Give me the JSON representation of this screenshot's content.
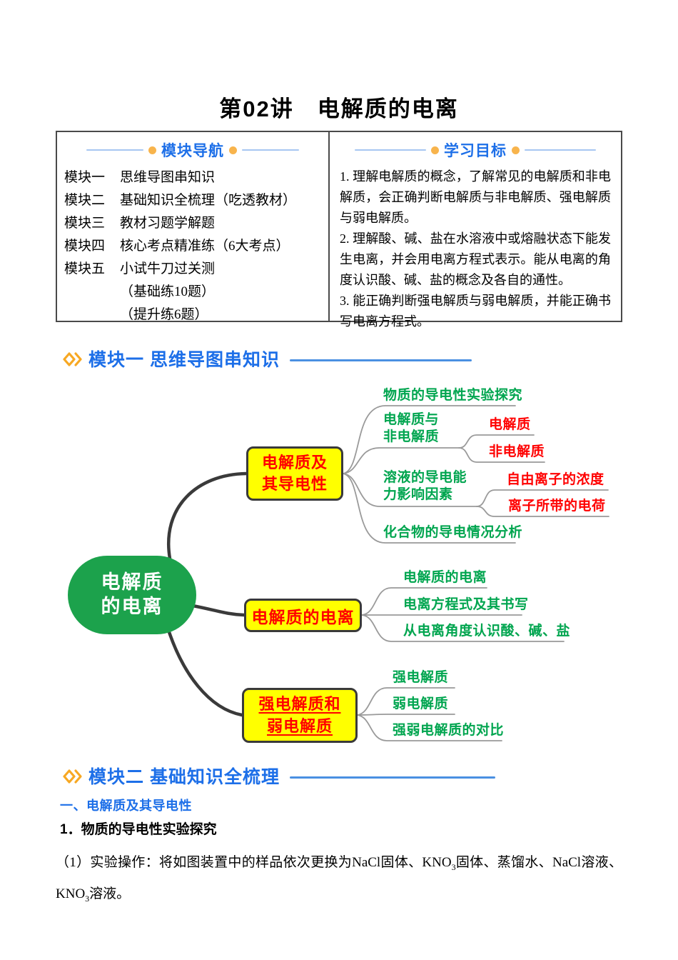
{
  "page_title": "第02讲　电解质的电离",
  "nav_box": {
    "header": "模块导航",
    "items": [
      {
        "label": "模块一",
        "text": "思维导图串知识"
      },
      {
        "label": "模块二",
        "text": "基础知识全梳理（吃透教材）"
      },
      {
        "label": "模块三",
        "text": "教材习题学解题"
      },
      {
        "label": "模块四",
        "text": "核心考点精准练（6大考点）"
      },
      {
        "label": "模块五",
        "text": "小试牛刀过关测"
      },
      {
        "label": "",
        "text": "（基础练10题）"
      },
      {
        "label": "",
        "text": "（提升练6题）"
      }
    ]
  },
  "objectives_box": {
    "header": "学习目标",
    "items": [
      "1. 理解电解质的概念，了解常见的电解质和非电解质，会正确判断电解质与非电解质、强电解质与弱电解质。",
      "2. 理解酸、碱、盐在水溶液中或熔融状态下能发生电离，并会用电离方程式表示。能从电离的角度认识酸、碱、盐的概念及各自的通性。",
      "3. 能正确判断强电解质与弱电解质，并能正确书写电离方程式。"
    ]
  },
  "sections": {
    "module1": "模块一 思维导图串知识",
    "module2": "模块二 基础知识全梳理"
  },
  "mindmap": {
    "root_line1": "电解质",
    "root_line2": "的电离",
    "box1_line1": "电解质及",
    "box1_line2": "其导电性",
    "box2": "电解质的电离",
    "box3_line1": "强电解质和",
    "box3_line2": "弱电解质",
    "b1_leaf1": "物质的导电性实验探究",
    "b1_leaf2_line1": "电解质与",
    "b1_leaf2_line2": "非电解质",
    "b1_leaf2_sub1": "电解质",
    "b1_leaf2_sub2": "非电解质",
    "b1_leaf3_line1": "溶液的导电能",
    "b1_leaf3_line2": "力影响因素",
    "b1_leaf3_sub1": "自由离子的浓度",
    "b1_leaf3_sub2": "离子所带的电荷",
    "b1_leaf4": "化合物的导电情况分析",
    "b2_leaf1": "电解质的电离",
    "b2_leaf2": "电离方程式及其书写",
    "b2_leaf3": "从电离角度认识酸、碱、盐",
    "b3_leaf1": "强电解质",
    "b3_leaf2": "弱电解质",
    "b3_leaf3": "强弱电解质的对比"
  },
  "content": {
    "subsection1": "一、电解质及其导电性",
    "point1": "1．物质的导电性实验探究",
    "p1_seg1": "（1）实验操作：将如图装置中的样品依次更换为NaCl固体、KNO",
    "p1_sub1": "3",
    "p1_seg2": "固体、蒸馏水、NaCl溶液、KNO",
    "p1_sub2": "3",
    "p1_seg3": "溶液。"
  },
  "colors": {
    "heading_blue": "#1d6fe8",
    "accent_orange": "#f8b44c",
    "node_green": "#1ca24c",
    "node_yellow": "#ffff00",
    "leaf_green": "#00a54f",
    "leaf_red": "#ff0000"
  }
}
